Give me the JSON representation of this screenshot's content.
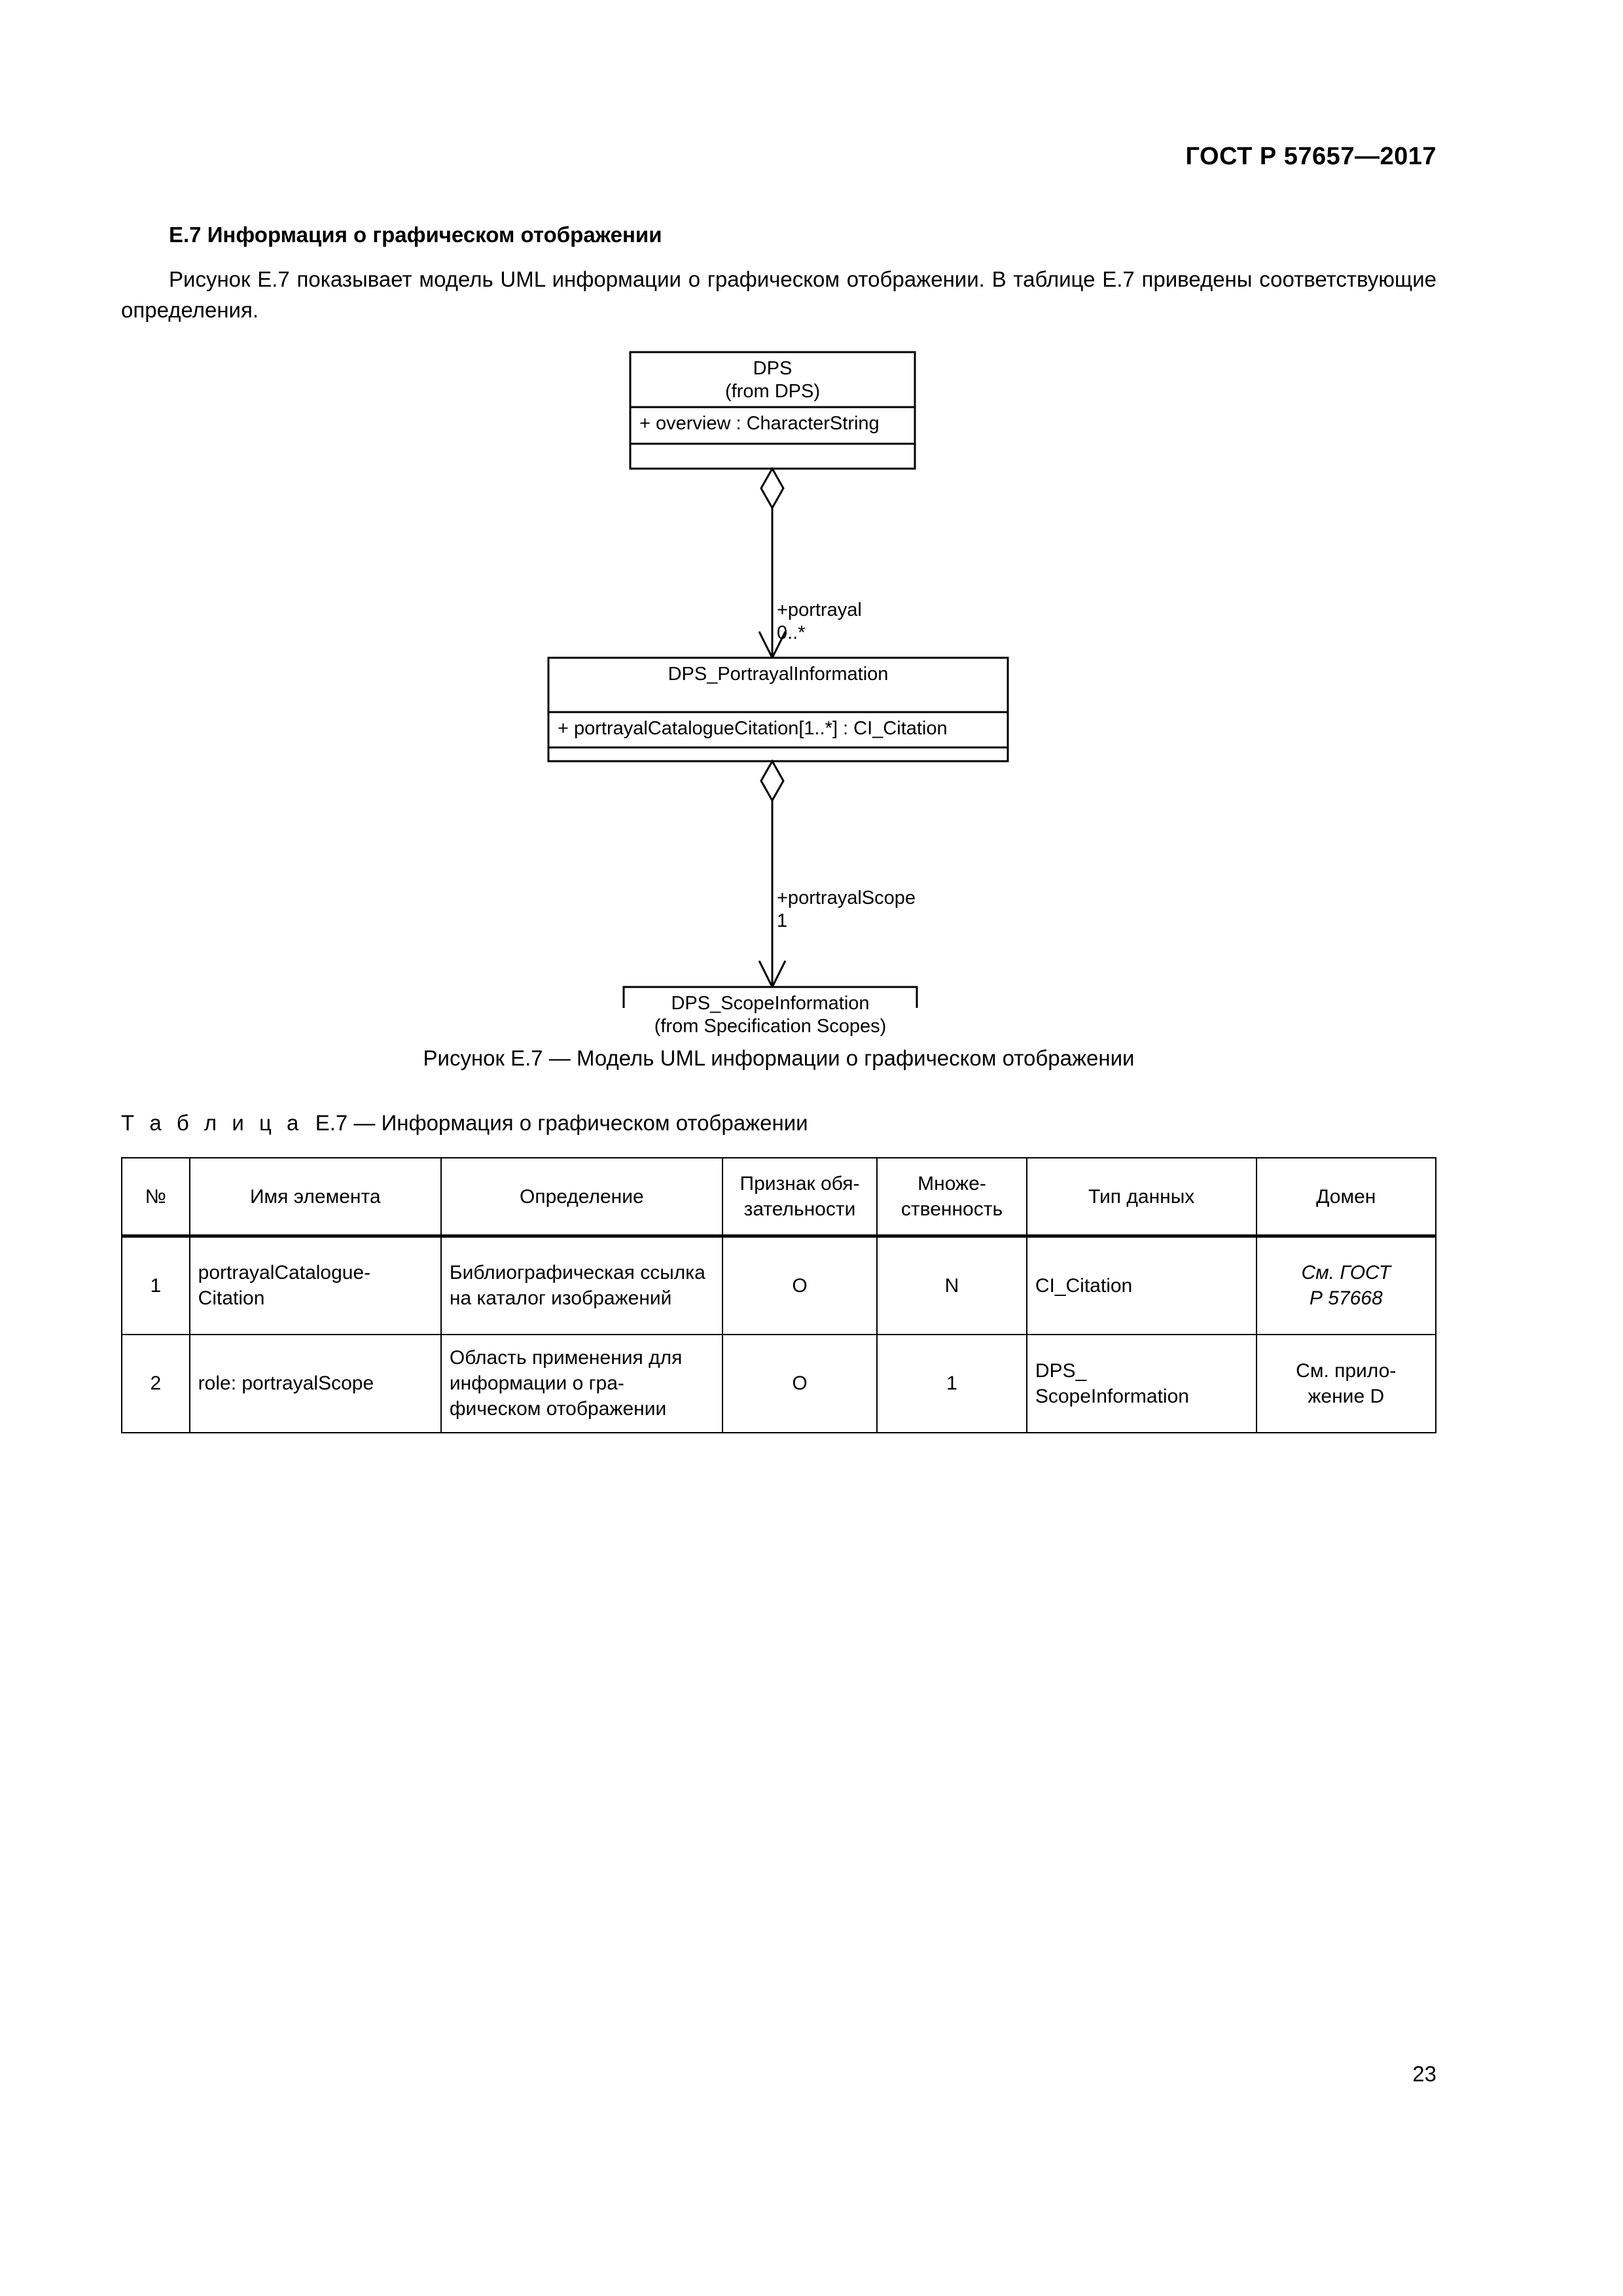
{
  "header": {
    "standard": "ГОСТ Р 57657—2017"
  },
  "section": {
    "heading": "E.7 Информация о графическом отображении",
    "paragraph": "Рисунок E.7 показывает модель UML информации о графическом отображении. В таблице E.7 приведены соответствующие определения."
  },
  "diagram": {
    "classes": [
      {
        "id": "dps",
        "name": "DPS",
        "stereotype": "(from DPS)",
        "attribute": "+ overview : CharacterString"
      },
      {
        "id": "portrayal_information",
        "name": "DPS_PortrayalInformation",
        "attribute": "+ portrayalCatalogueCitation[1..*] : CI_Citation"
      },
      {
        "id": "scope_information",
        "name": "DPS_ScopeInformation",
        "stereotype": "(from Specification Scopes)"
      }
    ],
    "associations": [
      {
        "id": "assoc-portrayal",
        "role": "+portrayal",
        "multiplicity": "0..*",
        "source_marker": "hollow-diamond",
        "target_marker": "open-arrow"
      },
      {
        "id": "assoc-portrayal-scope",
        "role": "+portrayalScope",
        "multiplicity": "1",
        "source_marker": "hollow-diamond",
        "target_marker": "open-arrow"
      }
    ]
  },
  "figure": {
    "caption": "Рисунок E.7 — Модель UML информации о графическом отображении"
  },
  "table": {
    "caption_label": "Т а б л и ц а",
    "caption_rest": "E.7 — Информация о графическом отображении",
    "columns": [
      "№",
      "Имя элемента",
      "Определение",
      "Признак обя-зательности",
      "Множе-ственность",
      "Тип данных",
      "Домен"
    ],
    "columns_wrapped": [
      [
        "№"
      ],
      [
        "Имя элемента"
      ],
      [
        "Определение"
      ],
      [
        "Признак обя-",
        "зательности"
      ],
      [
        "Множе-",
        "ственность"
      ],
      [
        "Тип данных"
      ],
      [
        "Домен"
      ]
    ],
    "rows": [
      {
        "num": "1",
        "element_name": "portrayalCatalogue-\nCitation",
        "definition": "Библиографическая ссылка на каталог изображений",
        "obligation": "O",
        "multiplicity": "N",
        "data_type": "CI_Citation",
        "domain": "См. ГОСТ\nР 57668",
        "domain_italic": true
      },
      {
        "num": "2",
        "element_name": "role: portrayalScope",
        "definition": "Область применения для информации о гра-фическом отображении",
        "obligation": "O",
        "multiplicity": "1",
        "data_type": "DPS_\nScopeInformation",
        "domain": "См. прило-\nжение D",
        "domain_italic": false
      }
    ]
  },
  "footer": {
    "page_number": "23"
  }
}
